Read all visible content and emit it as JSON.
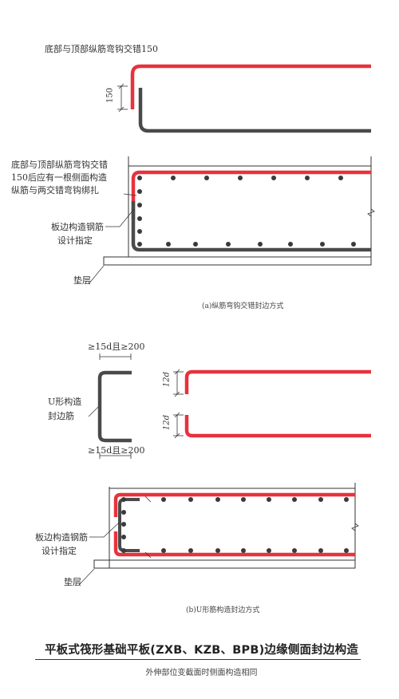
{
  "diagram_a": {
    "top_label": "底部与顶部纵筋弯钩交错150",
    "dim_150": "150",
    "side_note": [
      "底部与顶部纵筋弯钩交错",
      "150后应有一根侧面构造",
      "纵筋与两交错弯钩绑扎"
    ],
    "edge_rebar_label": [
      "板边构造钢筋",
      "设计指定"
    ],
    "cushion_label": "垫层",
    "caption": "(a)纵筋弯钩交错封边方式"
  },
  "diagram_b": {
    "u_dim_top": "≥15d且≥200",
    "u_label": [
      "U形构造",
      "封边筋"
    ],
    "u_dim_bottom": "≥15d且≥200",
    "dim_12d_top": "12d",
    "dim_12d_bottom": "12d",
    "edge_rebar_label": [
      "板边构造钢筋",
      "设计指定"
    ],
    "cushion_label": "垫层",
    "caption": "(b)U形筋构造封边方式"
  },
  "footer": {
    "title": "平板式筏形基础平板(ZXB、KZB、BPB)边缘侧面封边构造",
    "subtitle": "外伸部位变截面时侧面构造相同"
  },
  "colors": {
    "red_rebar": "#e8323c",
    "dark_rebar": "#4a4a4a",
    "line": "#333333"
  }
}
